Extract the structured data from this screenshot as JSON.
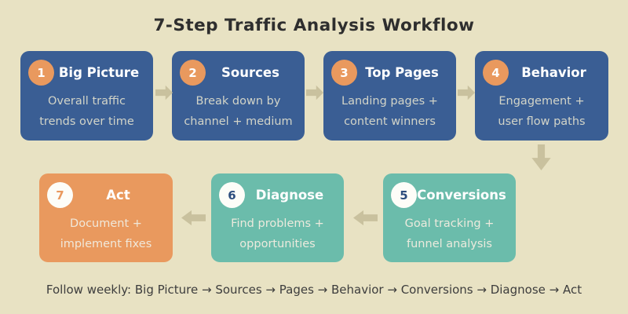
{
  "title": "7-Step Traffic Analysis Workflow",
  "footer": "Follow weekly: Big Picture → Sources → Pages → Behavior → Conversions → Diagnose → Act",
  "steps": [
    {
      "num": "1",
      "title": "Big Picture",
      "desc1": "Overall traffic",
      "desc2": "trends over time"
    },
    {
      "num": "2",
      "title": "Sources",
      "desc1": "Break down by",
      "desc2": "channel + medium"
    },
    {
      "num": "3",
      "title": "Top Pages",
      "desc1": "Landing pages +",
      "desc2": "content winners"
    },
    {
      "num": "4",
      "title": "Behavior",
      "desc1": "Engagement +",
      "desc2": "user flow paths"
    },
    {
      "num": "5",
      "title": "Conversions",
      "desc1": "Goal tracking +",
      "desc2": "funnel analysis"
    },
    {
      "num": "6",
      "title": "Diagnose",
      "desc1": "Find problems +",
      "desc2": "opportunities"
    },
    {
      "num": "7",
      "title": "Act",
      "desc1": "Document +",
      "desc2": "implement fixes"
    }
  ],
  "colors": {
    "background": "#e8e2c3",
    "step_blue": "#3a5e94",
    "step_teal": "#6bbcab",
    "step_orange": "#e9995e",
    "arrow": "#c9c19e",
    "badge_number_navy": "#2d4d7e",
    "badge_circle_white": "#fdfdf8",
    "title_text": "#2e2e2e",
    "footer_text": "#3d3d3d"
  }
}
